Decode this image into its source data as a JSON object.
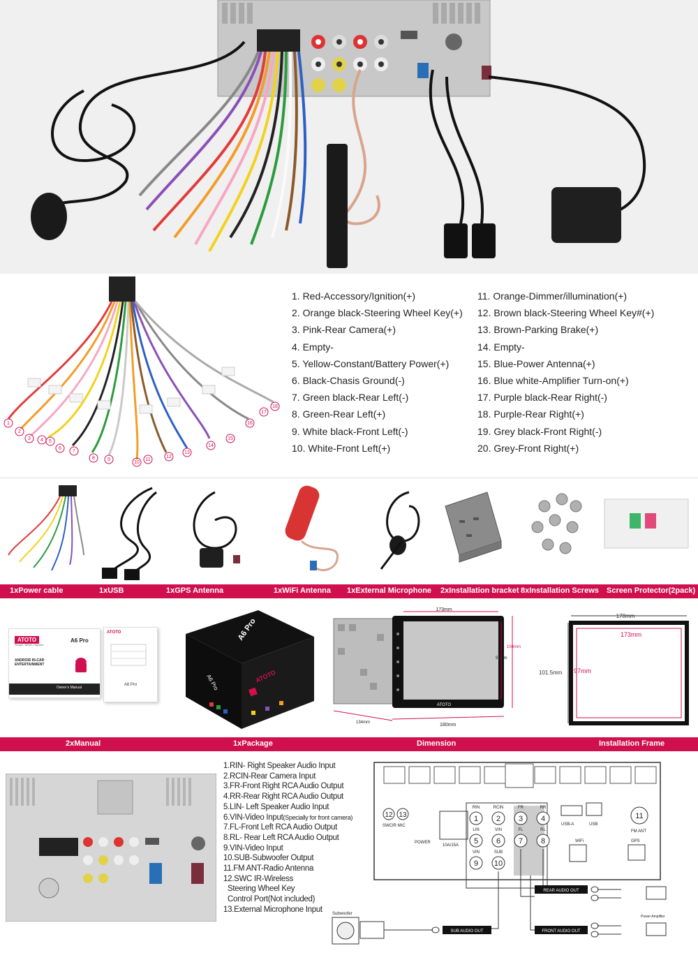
{
  "harness_left": [
    "1. Red-Accessory/Ignition(+)",
    "2. Orange black-Steering Wheel Key(+)",
    "3. Pink-Rear Camera(+)",
    "4. Empty-",
    "5. Yellow-Constant/Battery Power(+)",
    "6. Black-Chasis Ground(-)",
    "7. Green black-Rear Left(-)",
    "8. Green-Rear Left(+)",
    "9. White black-Front Left(-)",
    "10. White-Front Left(+)"
  ],
  "harness_right": [
    "11.  Orange-Dimmer/illumination(+)",
    "12.  Brown black-Steering Wheel Key#(+)",
    "13.  Brown-Parking Brake(+)",
    "14.  Empty-",
    "15.  Blue-Power Antenna(+)",
    "16.  Blue white-Amplifier Turn-on(+)",
    "17.  Purple black-Rear Right(-)",
    "18.  Purple-Rear Right(+)",
    "19.  Grey black-Front Right(-)",
    "20.  Grey-Front Right(+)"
  ],
  "pin_numbers": [
    "1",
    "2",
    "3",
    "4",
    "5",
    "6",
    "7",
    "8",
    "9",
    "10",
    "11",
    "12",
    "13",
    "14",
    "15",
    "16",
    "17",
    "18"
  ],
  "accessories": [
    "1xPower cable",
    "1xUSB",
    "1xGPS Antenna",
    "1xWiFi  Antenna",
    "1xExternal Microphone",
    "2xInstallation bracket",
    "8xInstallation Screws",
    "Screen Protector(2pack)"
  ],
  "package_labels": [
    "2xManual",
    "1xPackage",
    "Dimension",
    "Installation Frame"
  ],
  "manual": {
    "brand": "ATOTO",
    "model": "A6 Pro",
    "subtitle": "ANDROID IN-CAR ENTERTAINMENT",
    "tagline": "Simple. Better. Happier.",
    "footer": "Owner's Manual",
    "guide_brand": "ATOTO",
    "guide_model": "A6 Pro"
  },
  "box": {
    "model": "A6 Pro",
    "brand": "ATOTO"
  },
  "dimension": {
    "width_top": "173mm",
    "height_side": "104mm",
    "height_inner": "97mm",
    "depth": "134mm",
    "width_bottom": "180mm",
    "brand": "ATOTO"
  },
  "frame": {
    "outer_width": "178mm",
    "inner_width": "173mm",
    "outer_height": "101.5mm",
    "inner_height": "97mm"
  },
  "connections": [
    "1.RIN- Right Speaker Audio Input",
    "2.RCIN-Rear Camera Input",
    "3.FR-Front Right RCA  Audio Output",
    "4.RR-Rear Right RCA  Audio Output",
    "5.LIN- Left Speaker Audio Input",
    "6.VIN-Video Input",
    "7.FL-Front Left RCA Audio Output",
    "8.RL- Rear Left RCA Audio Output",
    "9.VIN-Video Input",
    "10.SUB-Subwoofer Output",
    "11.FM ANT-Radio Antenna",
    "12.SWC IR-Wireless",
    "Steering Wheel Key",
    "Control Port(Not included)",
    "13.External Microphone Input"
  ],
  "connection_6_note": "(Specially for front camera)",
  "diagram": {
    "swc_mic": "SWCIR MIC",
    "power": "POWER",
    "fuse": "10A/15A",
    "rin": "RIN",
    "rcin": "RCIN",
    "fr": "FR",
    "rr": "RR",
    "lin": "LIN",
    "vin": "VIN",
    "fl": "FL",
    "rl": "RL",
    "vin2": "VIN",
    "sub": "SUB",
    "usba": "USB-A",
    "usb": "USB",
    "wifi": "WiFi",
    "gps": "GPS",
    "fmant": "FM ANT",
    "rear_audio": "REAR AUDIO OUT",
    "front_audio": "FRONT AUDIO OUT",
    "sub_audio": "SUB AUDIO OUT",
    "subwoofer": "Subwoofer",
    "amplifier": "Power Amplifier",
    "n1": "1",
    "n2": "2",
    "n3": "3",
    "n4": "4",
    "n5": "5",
    "n6": "6",
    "n7": "7",
    "n8": "8",
    "n9": "9",
    "n10": "10",
    "n11": "11",
    "n12": "12",
    "n13": "13"
  }
}
